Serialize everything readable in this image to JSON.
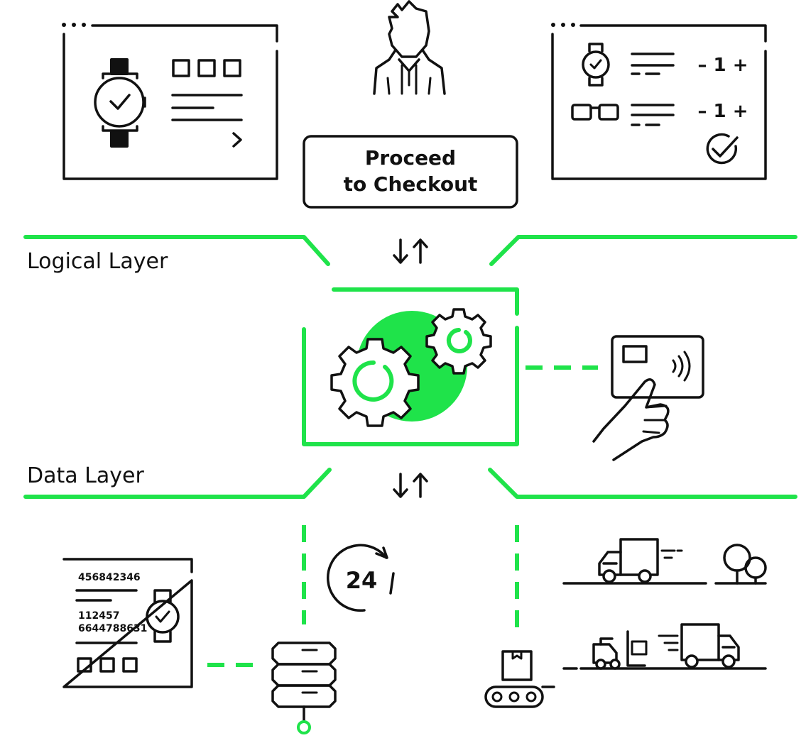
{
  "colors": {
    "accent": "#1fe34a",
    "ink": "#111111",
    "background": "#ffffff"
  },
  "layers": {
    "logical": "Logical Layer",
    "data": "Data Layer"
  },
  "checkout": {
    "line1": "Proceed",
    "line2": "to Checkout"
  },
  "cart": {
    "items": [
      {
        "icon": "watch-icon",
        "qty_label": "– 1 +"
      },
      {
        "icon": "glasses-icon",
        "qty_label": "– 1 +"
      }
    ]
  },
  "record": {
    "line1": "456842346",
    "line2": "112457",
    "line3": "6644788631"
  },
  "availability": {
    "hours": "24"
  },
  "icons": {
    "product": "product-page-icon",
    "customer": "customer-icon",
    "cart": "cart-panel-icon",
    "arrows": "sync-arrows-icon",
    "engine": "gears-icon",
    "payment": "card-payment-icon",
    "database": "database-icon",
    "clock": "24-hours-icon",
    "conveyor": "conveyor-icon",
    "delivery": "delivery-icon"
  }
}
